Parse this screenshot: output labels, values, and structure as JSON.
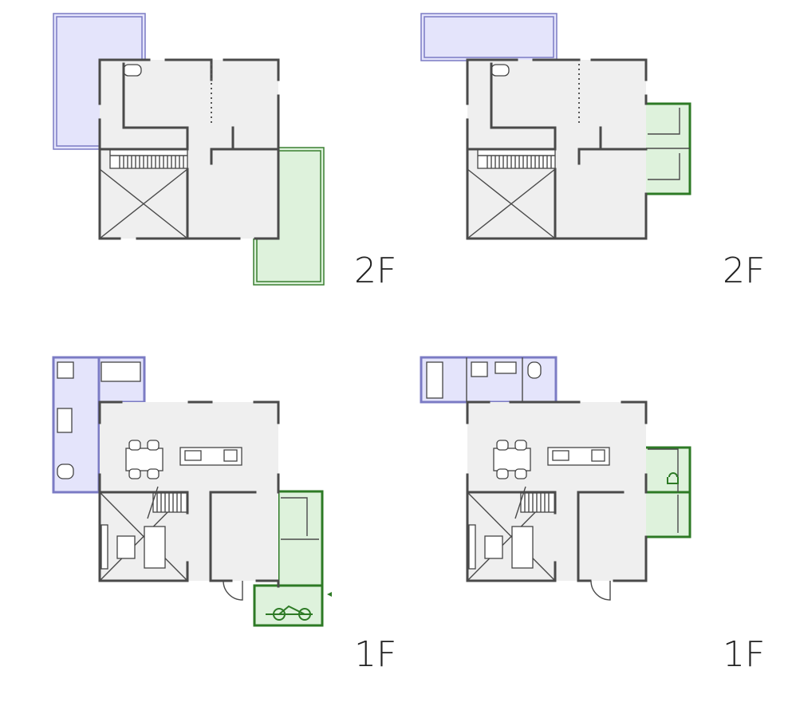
{
  "plans": [
    {
      "id": "plan-a-2f",
      "floor_label": "2F"
    },
    {
      "id": "plan-b-2f",
      "floor_label": "2F"
    },
    {
      "id": "plan-a-1f",
      "floor_label": "1F"
    },
    {
      "id": "plan-b-1f",
      "floor_label": "1F"
    }
  ],
  "colors": {
    "walls": "#4a4a4a",
    "floor": "#efefef",
    "blue_zone": "#e4e4fb",
    "blue_stroke": "#7b7bc4",
    "green_zone": "#def2dc",
    "green_stroke": "#2d7a25"
  }
}
